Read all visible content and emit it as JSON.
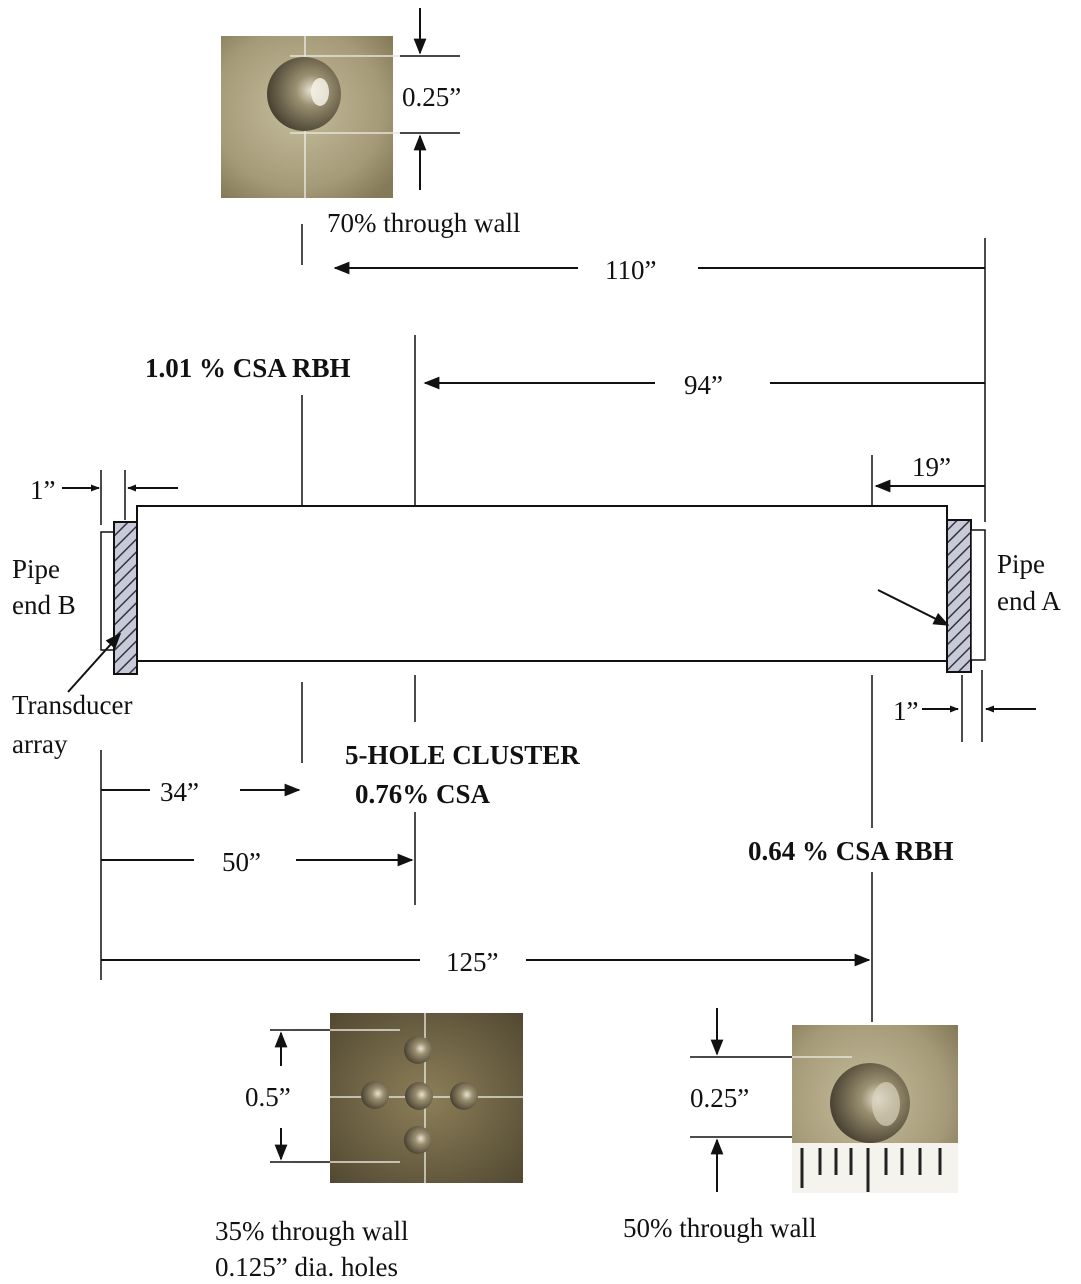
{
  "labels": {
    "top_dim": "0.25”",
    "top_pct": "70% through wall",
    "dim_110": "110”",
    "rbh_left": "1.01 % CSA RBH",
    "dim_94": "94”",
    "dim_19": "19”",
    "dim_1_left": "1”",
    "dim_1_right": "1”",
    "pipe_b_line1": "Pipe",
    "pipe_b_line2": "end B",
    "pipe_a_line1": "Pipe",
    "pipe_a_line2": "end A",
    "transducer_line1": "Transducer",
    "transducer_line2": "array",
    "cluster_line1": "5-HOLE CLUSTER",
    "cluster_line2": "0.76% CSA",
    "dim_34": "34”",
    "dim_50": "50”",
    "rbh_right": "0.64 % CSA RBH",
    "dim_125": "125”",
    "cluster_dim": "0.5”",
    "cluster_pct": "35% through wall",
    "cluster_holes": "0.125” dia. holes",
    "bottom_dim": "0.25”",
    "bottom_pct": "50% through wall"
  },
  "colors": {
    "line": "#111111",
    "metal": "#a59a78",
    "metal_dark": "#6e6346",
    "hatch": "#333344",
    "hatch_bg": "#c8cad8"
  }
}
